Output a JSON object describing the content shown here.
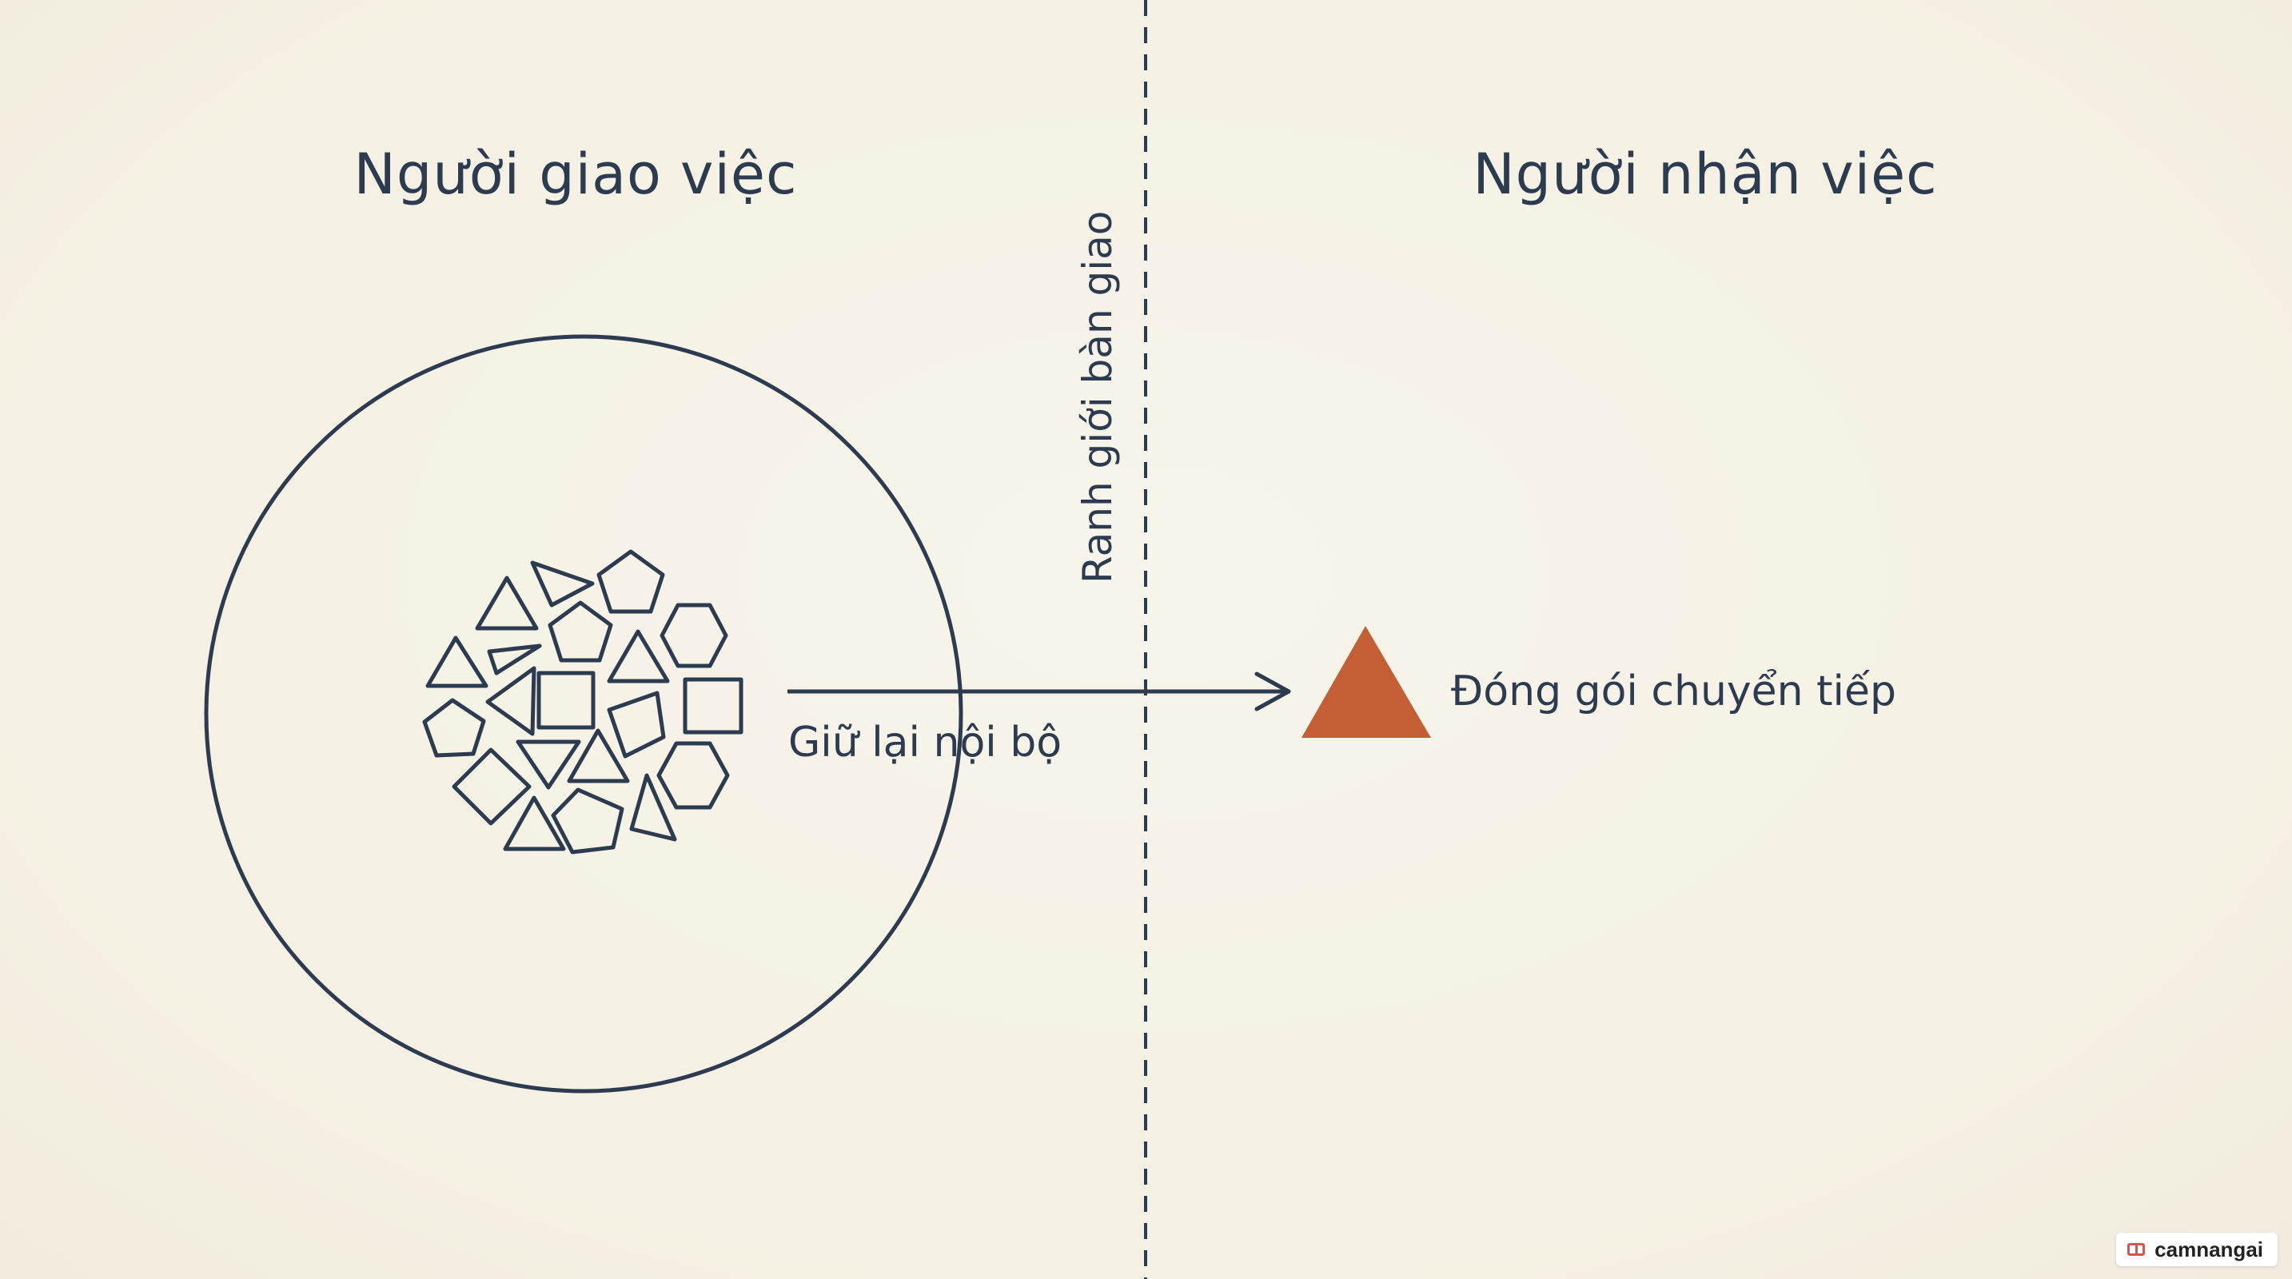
{
  "headings": {
    "left": "Người giao việc",
    "right": "Người nhận việc"
  },
  "boundary": {
    "label": "Ranh giới bàn giao"
  },
  "labels": {
    "keep_internal": "Giữ lại nội bộ",
    "package_forward": "Đóng gói chuyển tiếp"
  },
  "colors": {
    "background": "#f5f2e7",
    "ink": "#2c3b4f",
    "accent": "#c45f35"
  },
  "watermark": {
    "text": "camnangai"
  }
}
